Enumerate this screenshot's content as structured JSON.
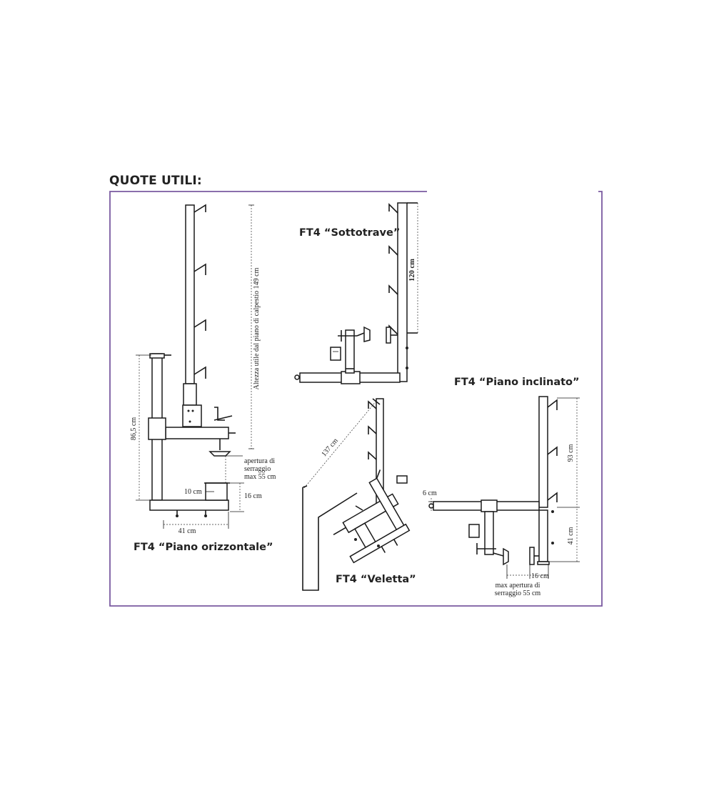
{
  "heading": "QUOTE UTILI:",
  "colors": {
    "frame": "#7a5aa0",
    "lines": "#1a1a1a",
    "background": "#ffffff"
  },
  "views": {
    "orizzontale": {
      "caption": "FT4 “Piano orizzontale”",
      "dims": {
        "height_total": "Altezza utile dal piano di calpestio 149 cm",
        "height_post": "86,5 cm",
        "opening": [
          "apertura di",
          "serraggio",
          "max 55 cm"
        ],
        "clamp_10": "10 cm",
        "clamp_16": "16 cm",
        "width_41": "41 cm"
      }
    },
    "sottotrave": {
      "caption": "FT4 “Sottotrave”",
      "dims": {
        "height_120": "120 cm"
      }
    },
    "veletta": {
      "caption": "FT4 “Veletta”",
      "dims": {
        "diag_137": "137 cm"
      }
    },
    "inclinato": {
      "caption": "FT4 “Piano inclinato”",
      "dims": {
        "d6": "6 cm",
        "d93": "93 cm",
        "d41": "41 cm",
        "d16": "16 cm",
        "opening": [
          "max apertura di",
          "serraggio 55 cm"
        ]
      }
    }
  }
}
